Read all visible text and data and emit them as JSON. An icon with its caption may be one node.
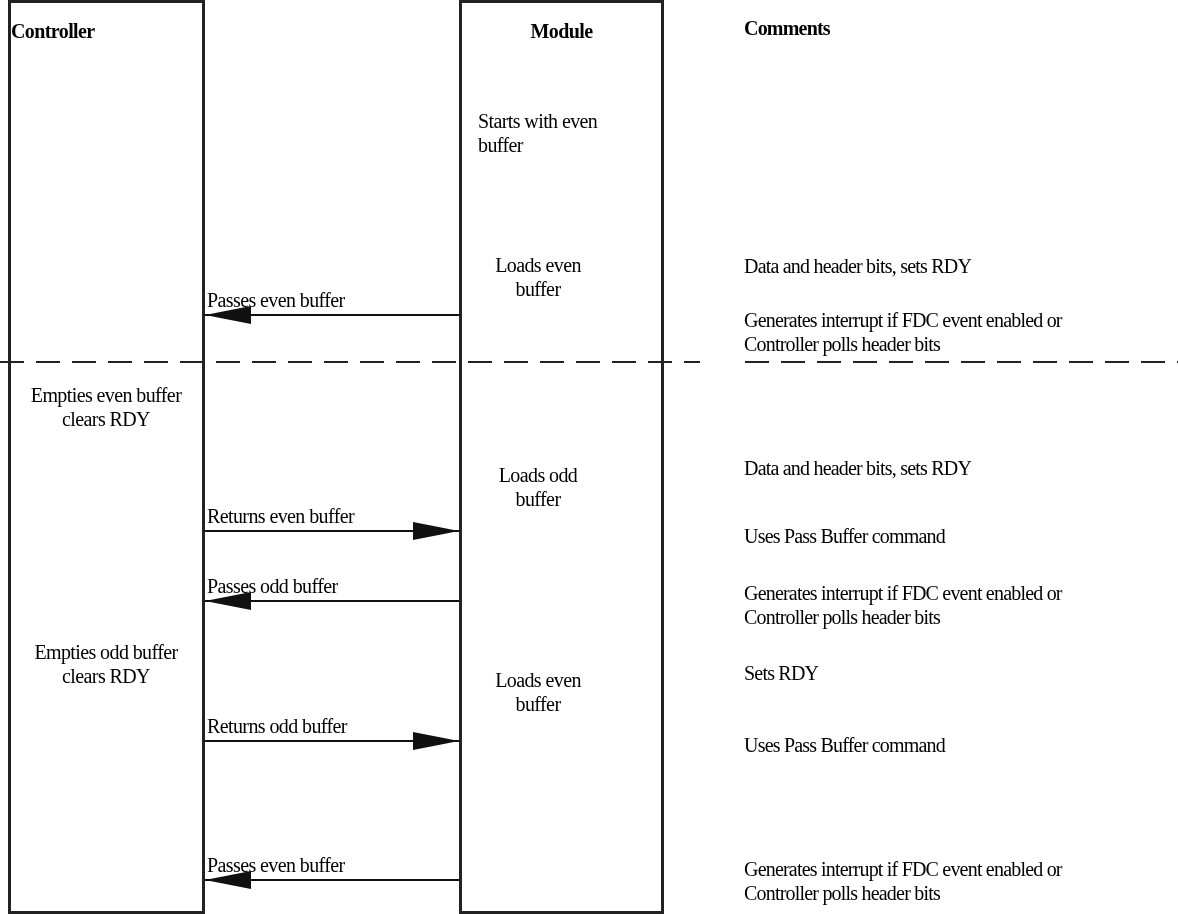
{
  "diagram": {
    "nodes": [
      {
        "text": [
          "Controller",
          "Empties even buffer clears RDY",
          "Empties odd buffer clears RDY"
        ]
      },
      {
        "text": [
          "Module",
          "Starts with even buffer",
          "Loads even buffer",
          "Loads odd buffer",
          "Loads even buffer"
        ]
      }
    ],
    "edges": [
      {
        "from": 1,
        "to": 0,
        "arrow": "to",
        "label": "Passes even buffer"
      },
      {
        "from": 0,
        "to": 1,
        "arrow": "to",
        "label": "Returns even buffer"
      },
      {
        "from": 1,
        "to": 0,
        "arrow": "to",
        "label": "Passes odd buffer"
      },
      {
        "from": 0,
        "to": 1,
        "arrow": "to",
        "label": "Returns odd buffer"
      },
      {
        "from": 1,
        "to": 0,
        "arrow": "to",
        "label": "Passes even buffer"
      }
    ],
    "labels": [
      "Comments",
      "Data and header bits, sets RDY",
      "Generates interrupt if FDC event enabled or Controller polls header bits",
      "Data and header bits, sets RDY",
      "Uses Pass Buffer command",
      "Generates interrupt if FDC event enabled or Controller polls header bits",
      "Sets RDY",
      "Uses Pass Buffer command",
      "Generates interrupt if FDC event enabled or Controller polls header bits"
    ]
  }
}
